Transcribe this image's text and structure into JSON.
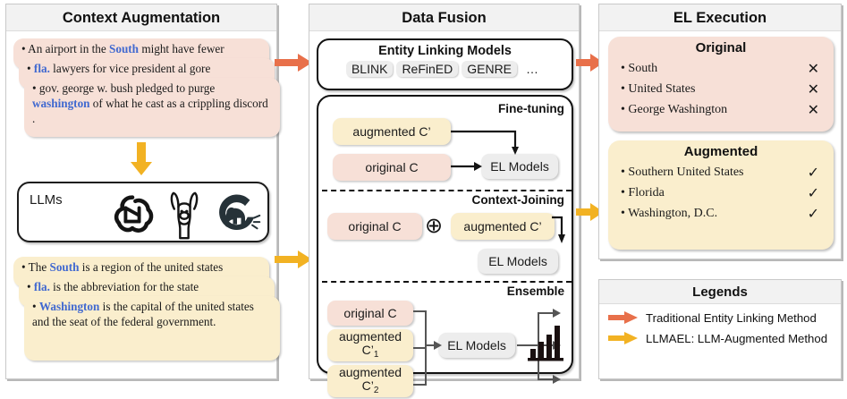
{
  "panels": {
    "context": {
      "title": "Context Augmentation",
      "original_cards": [
        {
          "pre": "• An airport in the ",
          "hl": "South",
          "post": " might have fewer"
        },
        {
          "pre": "• ",
          "hl": "fla.",
          "post": " lawyers for vice president al gore"
        },
        {
          "pre": "• gov. george w. bush pledged to purge ",
          "hl": "washington",
          "post": " of what he cast as a crippling discord ."
        }
      ],
      "llm_label": "LLMs",
      "llm_icons": [
        "openai-icon",
        "llama-icon",
        "elephant-icon"
      ],
      "augmented_cards": [
        {
          "pre": "• The ",
          "hl": "South",
          "post": " is a region of the united states"
        },
        {
          "pre": "• ",
          "hl": "fla.",
          "post": " is the abbreviation for the state"
        },
        {
          "pre": "• ",
          "hl": "Washington",
          "post": " is the capital of the united states and the seat of the federal government."
        }
      ]
    },
    "fusion": {
      "title": "Data Fusion",
      "elm_title": "Entity Linking Models",
      "elm_chips": [
        "BLINK",
        "ReFinED",
        "GENRE",
        "…"
      ],
      "sections": {
        "finetuning": {
          "label": "Fine-tuning",
          "augmented": "augmented C’",
          "original": "original C",
          "el_models": "EL Models"
        },
        "context_joining": {
          "label": "Context-Joining",
          "original": "original C",
          "operator": "⊕",
          "augmented": "augmented C’",
          "el_models": "EL Models"
        },
        "ensemble": {
          "label": "Ensemble",
          "original": "original C",
          "augmented_1_line1": "augmented",
          "augmented_1_line2": "C’",
          "augmented_1_sub": "1",
          "augmented_2_line1": "augmented",
          "augmented_2_line2": "C’",
          "augmented_2_sub": "2",
          "el_models": "EL Models",
          "chart_icon": "bar-chart-icon"
        }
      }
    },
    "el_execution": {
      "title": "EL Execution",
      "original": {
        "title": "Original",
        "rows": [
          {
            "label": "• South",
            "mark": "✕"
          },
          {
            "label": "• United States",
            "mark": "✕"
          },
          {
            "label": "• George Washington",
            "mark": "✕"
          }
        ]
      },
      "augmented": {
        "title": "Augmented",
        "rows": [
          {
            "label": "• Southern United States",
            "mark": "✓"
          },
          {
            "label": "• Florida",
            "mark": "✓"
          },
          {
            "label": "• Washington, D.C.",
            "mark": "✓"
          }
        ]
      }
    },
    "legends": {
      "title": "Legends",
      "items": [
        {
          "text": "Traditional Entity Linking Method",
          "color": "#e8704a"
        },
        {
          "text": "LLMAEL: LLM-Augmented Method",
          "color": "#f2b223"
        }
      ]
    }
  },
  "colors": {
    "pink": "#f7e0d7",
    "yellow": "#faeecd",
    "highlight_blue": "#4169d0",
    "arrow_orange": "#e8704a",
    "arrow_yellow": "#f2b223",
    "panel_header_bg": "#f2f2f2"
  }
}
